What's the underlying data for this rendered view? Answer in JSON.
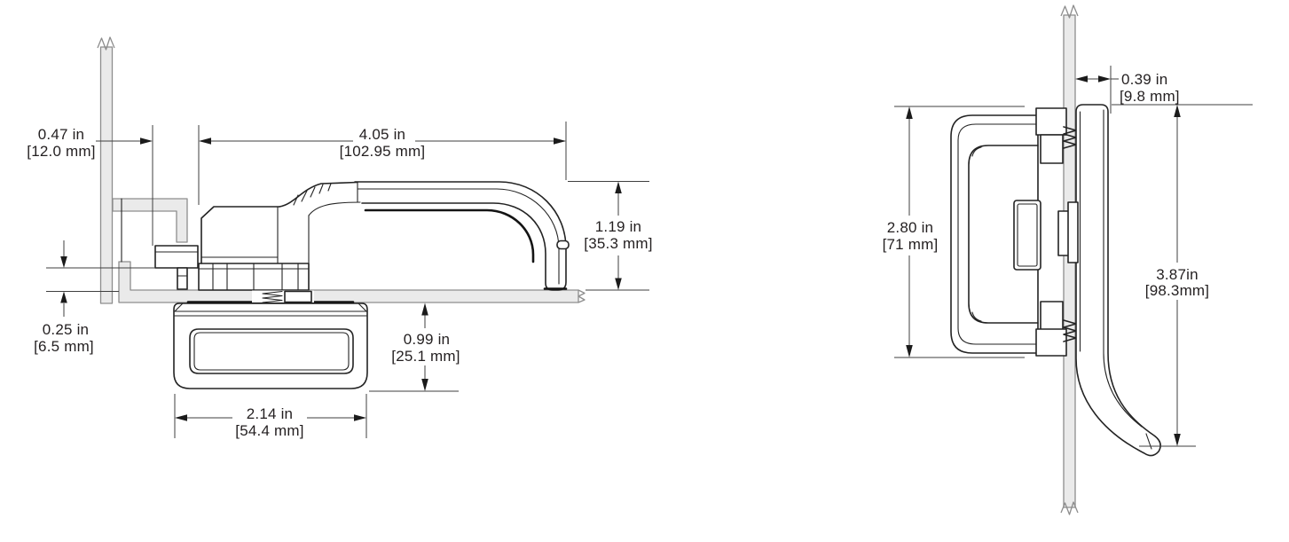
{
  "drawing": {
    "type": "engineering-dimension-drawing",
    "subject": "compression paddle latch, side view and mounted profile view",
    "colors": {
      "ink": "#231f20",
      "object_line": "#232323",
      "dimension_line": "#3f3f3f",
      "panel_fill": "#eaeaea",
      "panel_edge": "#8d8d8d",
      "background": "#ffffff"
    },
    "dims": {
      "side": {
        "offset": {
          "in": "0.47 in",
          "mm": "[12.0 mm]"
        },
        "length": {
          "in": "4.05 in",
          "mm": "[102.95 mm]"
        },
        "height": {
          "in": "1.19 in",
          "mm": "[35.3 mm]"
        },
        "grip": {
          "in": "0.25 in",
          "mm": "[6.5 mm]"
        },
        "depth": {
          "in": "0.99 in",
          "mm": "[25.1 mm]"
        },
        "width": {
          "in": "2.14 in",
          "mm": "[54.4 mm]"
        }
      },
      "profile": {
        "panel": {
          "in": "0.39 in",
          "mm": "[9.8 mm]"
        },
        "body": {
          "in": "2.80 in",
          "mm": "[71 mm]"
        },
        "overall": {
          "in": "3.87in",
          "mm": "[98.3mm]"
        }
      }
    }
  }
}
